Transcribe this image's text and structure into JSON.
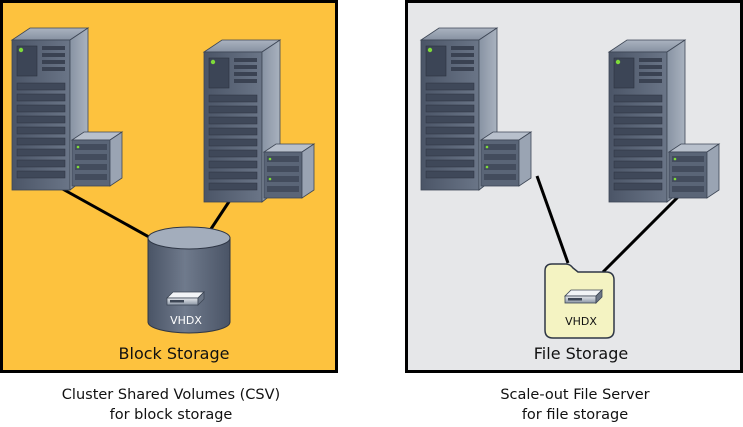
{
  "colors": {
    "left_panel_fill": "#FDC23E",
    "right_panel_fill": "#E6E7E9",
    "panel_border": "#000000",
    "server_body": "#566173",
    "disk_fill": "#5C6678",
    "folder_fill": "#F4F3C2",
    "link_line": "#000000",
    "status_light": "#7EDB3A"
  },
  "icons": {
    "server": "server-rack-icon",
    "disk": "disk-cylinder-icon",
    "folder": "folder-icon",
    "drive": "hard-drive-icon"
  },
  "left_panel": {
    "storage_label": "Block Storage",
    "disk_label": "VHDX",
    "caption_line1": "Cluster Shared Volumes (CSV)",
    "caption_line2": "for block storage"
  },
  "right_panel": {
    "storage_label": "File Storage",
    "folder_label": "VHDX",
    "caption_line1": "Scale-out File Server",
    "caption_line2": "for file storage"
  }
}
